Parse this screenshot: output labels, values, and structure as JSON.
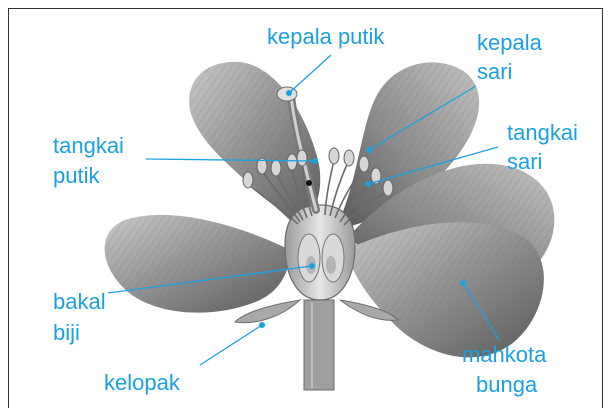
{
  "labels": {
    "stigma": "kepala putik",
    "anther_1": "kepala",
    "anther_2": "sari",
    "style_1": "tangkai",
    "style_2": "putik",
    "filament_1": "tangkai",
    "filament_2": "sari",
    "ovule_1": "bakal",
    "ovule_2": "biji",
    "sepal": "kelopak",
    "petal_1": "mahkota",
    "petal_2": "bunga"
  },
  "colors": {
    "label": "#1ba1e2",
    "leader": "#1ba1e2",
    "petal": "#8a8a8a",
    "petal_dark": "#5e5e5e",
    "petal_light": "#c4c4c4",
    "frame": "#333333"
  }
}
